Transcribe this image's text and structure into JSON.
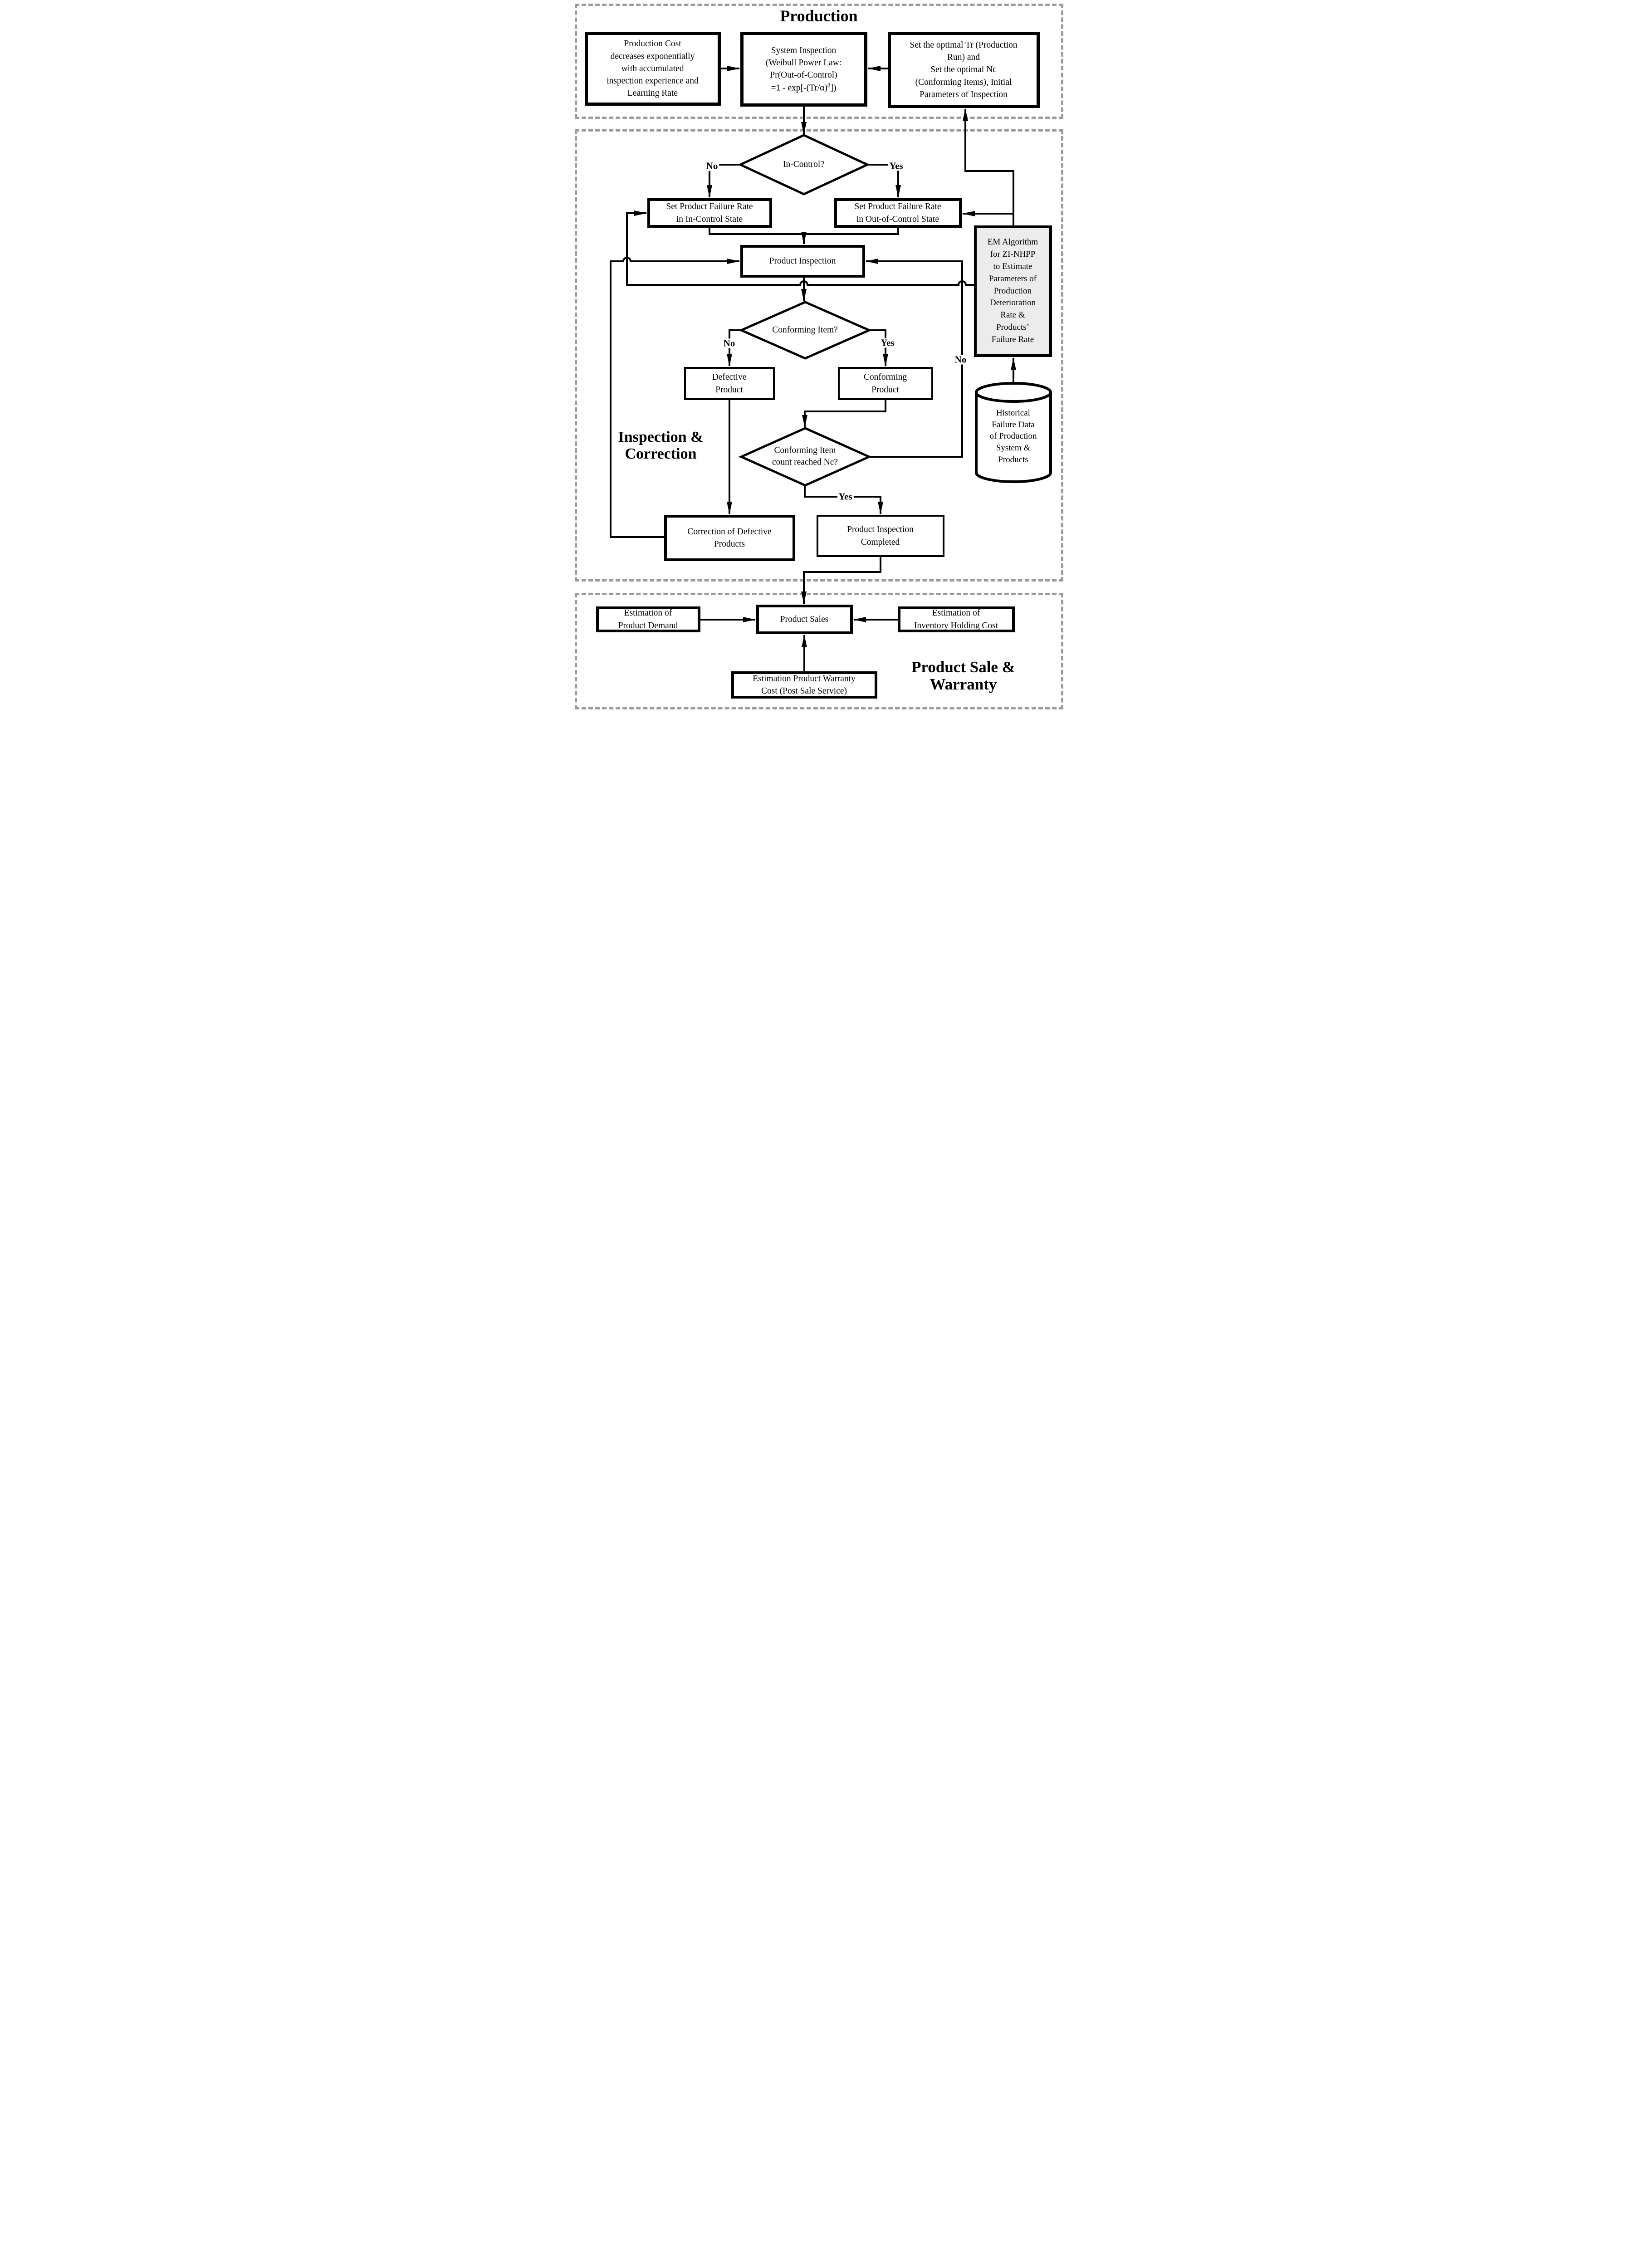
{
  "titles": {
    "production": "Production",
    "inspection_correction": "Inspection &\nCorrection",
    "product_sale_warranty": "Product Sale &\nWarranty"
  },
  "nodes": {
    "production_cost": "Production Cost\ndecreases exponentially\nwith accumulated\ninspection experience and\nLearning Rate",
    "system_inspection": {
      "head": "System Inspection\n(Weibull Power Law:\nPr(Out-of-Control)",
      "formula_pre": "=1 - exp[-(Tr/α)",
      "formula_sup": "β",
      "formula_post": "])"
    },
    "set_optimal": "Set the optimal Tr (Production\nRun)  and\nSet the optimal Nc\n(Conforming Items), Initial\nParameters of Inspection",
    "in_control_q": "In-Control?",
    "pfr_in_control": "Set Product Failure Rate\nin In-Control State",
    "pfr_out_control": "Set Product Failure Rate\nin Out-of-Control State",
    "em_algorithm": "EM Algorithm\nfor ZI-NHPP\nto Estimate\nParameters of\nProduction\nDeterioration\nRate &\nProducts’\nFailure Rate",
    "product_inspection": "Product Inspection",
    "conforming_item_q": "Conforming Item?",
    "defective_product": "Defective\nProduct",
    "conforming_product": "Conforming\nProduct",
    "count_reached_q": "Conforming Item\ncount reached Nc?",
    "historical_data": "Historical\nFailure Data\nof Production\nSystem &\nProducts",
    "correction": "Correction of Defective\nProducts",
    "inspection_completed": "Product Inspection\nCompleted",
    "est_demand": "Estimation of\nProduct Demand",
    "product_sales": "Product Sales",
    "est_inventory": "Estimation of\nInventory Holding Cost",
    "est_warranty": "Estimation Product Warranty\nCost (Post Sale Service)"
  },
  "edge_labels": {
    "in_control_no": "No",
    "in_control_yes": "Yes",
    "conforming_no": "No",
    "conforming_yes": "Yes",
    "count_no": "No",
    "count_yes": "Yes"
  },
  "colors": {
    "line": "#000000",
    "em_fill": "#ececec",
    "section_dash": "#9b9b9b",
    "background": "#ffffff"
  }
}
